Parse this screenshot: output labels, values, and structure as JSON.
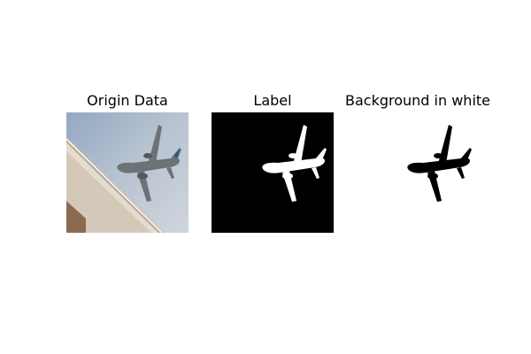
{
  "panels": [
    {
      "title": "Origin Data"
    },
    {
      "title": "Label"
    },
    {
      "title": "Background in white"
    }
  ],
  "colors": {
    "sky_top": "#9aaec6",
    "sky_bottom": "#c5ced8",
    "building": "#d8cfc2",
    "building_shadow": "#8a6e58",
    "plane_body": "#6f7478",
    "tail_accent": "#2a5c8a",
    "mask_fg": "#ffffff",
    "mask_bg": "#000000"
  }
}
